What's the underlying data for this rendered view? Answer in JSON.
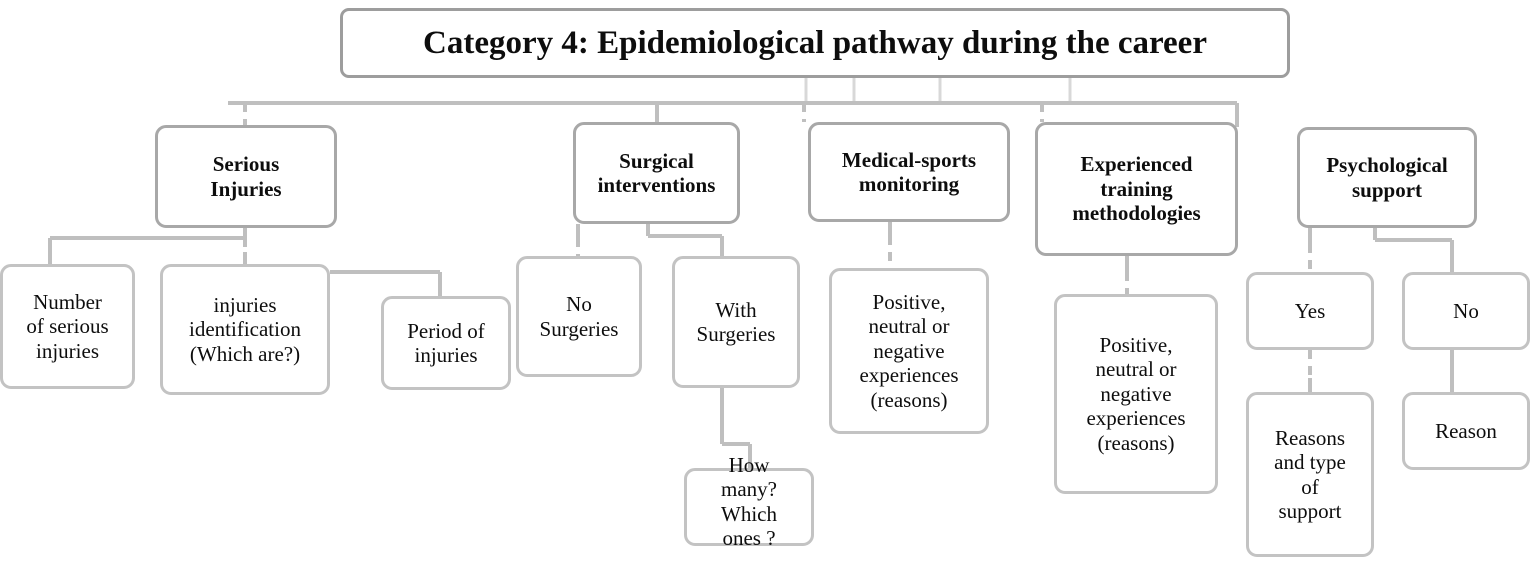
{
  "diagram": {
    "type": "hierarchy-tree",
    "title": "Category 4: Epidemiological pathway during the career",
    "colors": {
      "root_border": "#9d9d9d",
      "category_border": "#a8a8a8",
      "leaf_border": "#c3c3c3",
      "connector": "#bfbfbf",
      "background": "#ffffff",
      "text": "#0d0d0d"
    },
    "root": {
      "label": "Category 4: Epidemiological pathway during the career"
    },
    "categories": [
      {
        "id": "serious-injuries",
        "label": "Serious\nInjuries"
      },
      {
        "id": "surgical-interventions",
        "label": "Surgical\ninterventions"
      },
      {
        "id": "medical-sports-monitoring",
        "label": "Medical-sports\nmonitoring"
      },
      {
        "id": "experienced-training-methodologies",
        "label": "Experienced\ntraining\nmethodologies"
      },
      {
        "id": "psychological-support",
        "label": "Psychological\nsupport"
      }
    ],
    "leaves": [
      {
        "id": "number-of-serious-injuries",
        "parent": "serious-injuries",
        "label": "Number\nof serious\ninjuries"
      },
      {
        "id": "injuries-identification",
        "parent": "serious-injuries",
        "label": "injuries\nidentification\n(Which are?)"
      },
      {
        "id": "period-of-injuries",
        "parent": "injuries-identification",
        "label": "Period of\ninjuries"
      },
      {
        "id": "no-surgeries",
        "parent": "surgical-interventions",
        "label": "No\nSurgeries"
      },
      {
        "id": "with-surgeries",
        "parent": "surgical-interventions",
        "label": "With\nSurgeries"
      },
      {
        "id": "how-many-which-ones",
        "parent": "with-surgeries",
        "label": "How\nmany?\nWhich\nones ?"
      },
      {
        "id": "medical-experiences",
        "parent": "medical-sports-monitoring",
        "label": "Positive,\nneutral or\nnegative\nexperiences\n(reasons)"
      },
      {
        "id": "training-experiences",
        "parent": "experienced-training-methodologies",
        "label": "Positive,\nneutral or\nnegative\nexperiences\n(reasons)"
      },
      {
        "id": "psych-yes",
        "parent": "psychological-support",
        "label": "Yes"
      },
      {
        "id": "psych-no",
        "parent": "psychological-support",
        "label": "No"
      },
      {
        "id": "reasons-and-type-of-support",
        "parent": "psych-yes",
        "label": "Reasons\nand type\nof\nsupport"
      },
      {
        "id": "reason",
        "parent": "psych-no",
        "label": "Reason"
      }
    ]
  }
}
